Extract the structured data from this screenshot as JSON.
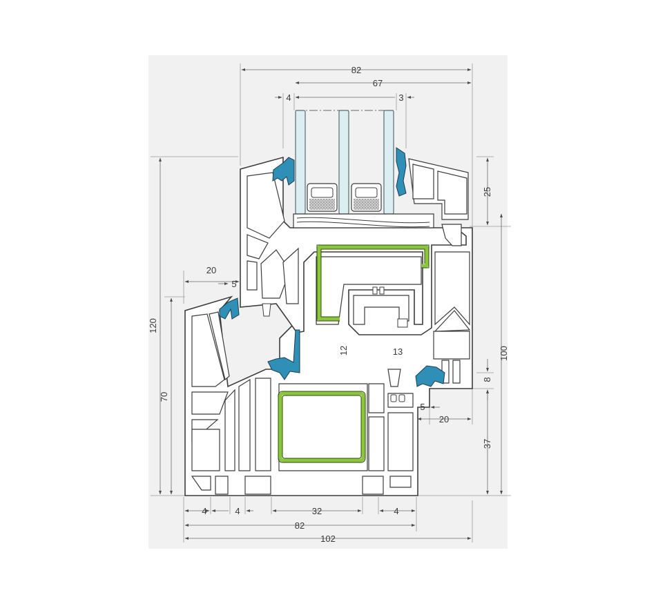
{
  "colors": {
    "glass": "#dbeef2",
    "gasket": "#2f8fb6",
    "steel": "#8cc63f",
    "spacer_fill": "#6d6d6d",
    "background": "#f1f1f1",
    "profile": "#ffffff",
    "line": "#3c3c3c"
  },
  "dimensions": {
    "top_82": "82",
    "top_67": "67",
    "glass_left_4": "4",
    "glass_right_3": "3",
    "left_120": "120",
    "left_70": "70",
    "sash_step_20": "20",
    "sash_step_5": "5",
    "right_25": "25",
    "right_100": "100",
    "right_8": "8",
    "right_37": "37",
    "overlap_5": "5",
    "overlap_20": "20",
    "center_12": "12",
    "center_13": "13",
    "bottom_4a": "4",
    "bottom_4b": "4",
    "bottom_32": "32",
    "bottom_4c": "4",
    "bottom_82": "82",
    "bottom_102": "102"
  },
  "icons": {
    "arrow": "arrow-head-icon"
  }
}
